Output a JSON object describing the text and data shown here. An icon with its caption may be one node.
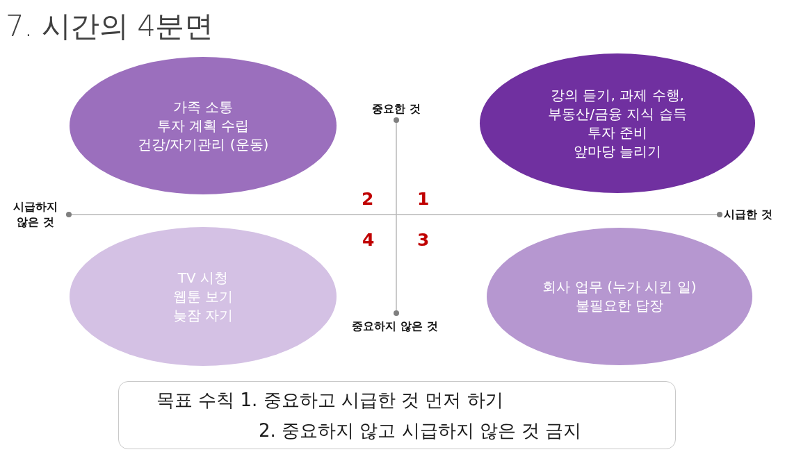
{
  "diagram": {
    "title": "7. 시간의 4분면",
    "nodes": [
      {
        "text": [
          "가족 소통",
          "투자 계획 수립",
          "건강/자기관리 (운동)"
        ]
      },
      {
        "text": [
          "강의 듣기, 과제 수행, 부동산/금융 지식 습득",
          "투자 준비",
          "앞마당 늘리기"
        ]
      },
      {
        "text": [
          "TV 시청",
          "웹툰 보기",
          "늦잠 자기"
        ]
      },
      {
        "text": [
          "회사 업무 (누가 시킨 일)",
          "불필요한 답장"
        ]
      },
      {
        "text": [
          "목표 수칙 1. 중요하고 시급한 것 먼저 하기",
          "2. 중요하지 않고 시급하지 않은 것 금지"
        ]
      }
    ],
    "labels": [
      "중요한 것",
      "2",
      "1",
      "시급하지 않은 것",
      "시급한 것",
      "4",
      "3",
      "중요하지 않은 것"
    ]
  }
}
